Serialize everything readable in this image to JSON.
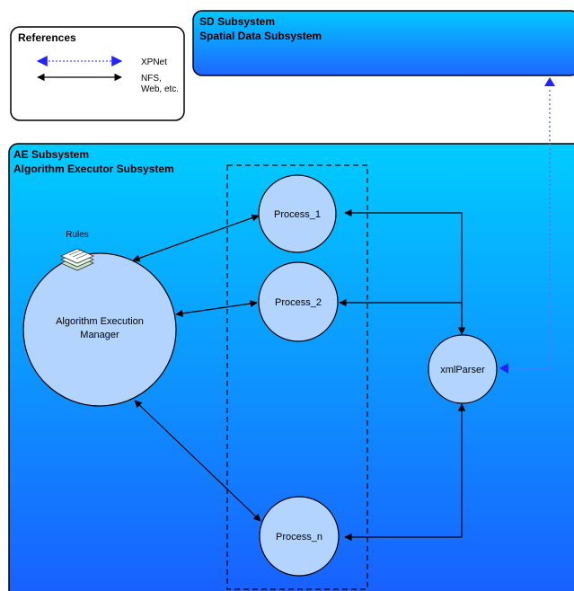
{
  "references": {
    "title": "References",
    "items": [
      {
        "label": "XPNet",
        "style": "dotted-blue"
      },
      {
        "label": "NFS,",
        "style": "solid-black"
      },
      {
        "label": "Web, etc.",
        "style": "continuation"
      }
    ]
  },
  "sd_subsystem": {
    "title": "SD Subsystem",
    "subtitle": "Spatial Data Subsystem"
  },
  "ae_subsystem": {
    "title": "AE Subsystem",
    "subtitle": "Algorithm Executor Subsystem"
  },
  "nodes": {
    "rules": "Rules",
    "manager_line1": "Algorithm Execution",
    "manager_line2": "Manager",
    "process_1": "Process_1",
    "process_2": "Process_2",
    "process_n": "Process_n",
    "xml_parser": "xmlParser"
  },
  "colors": {
    "subsystem_top": "#00ccff",
    "subsystem_bottom": "#1a5cff",
    "node_fill": "#b3d4ff",
    "node_stroke": "#000000",
    "xpnet_line": "#6b6bff",
    "xpnet_arrow": "#2222ff"
  }
}
